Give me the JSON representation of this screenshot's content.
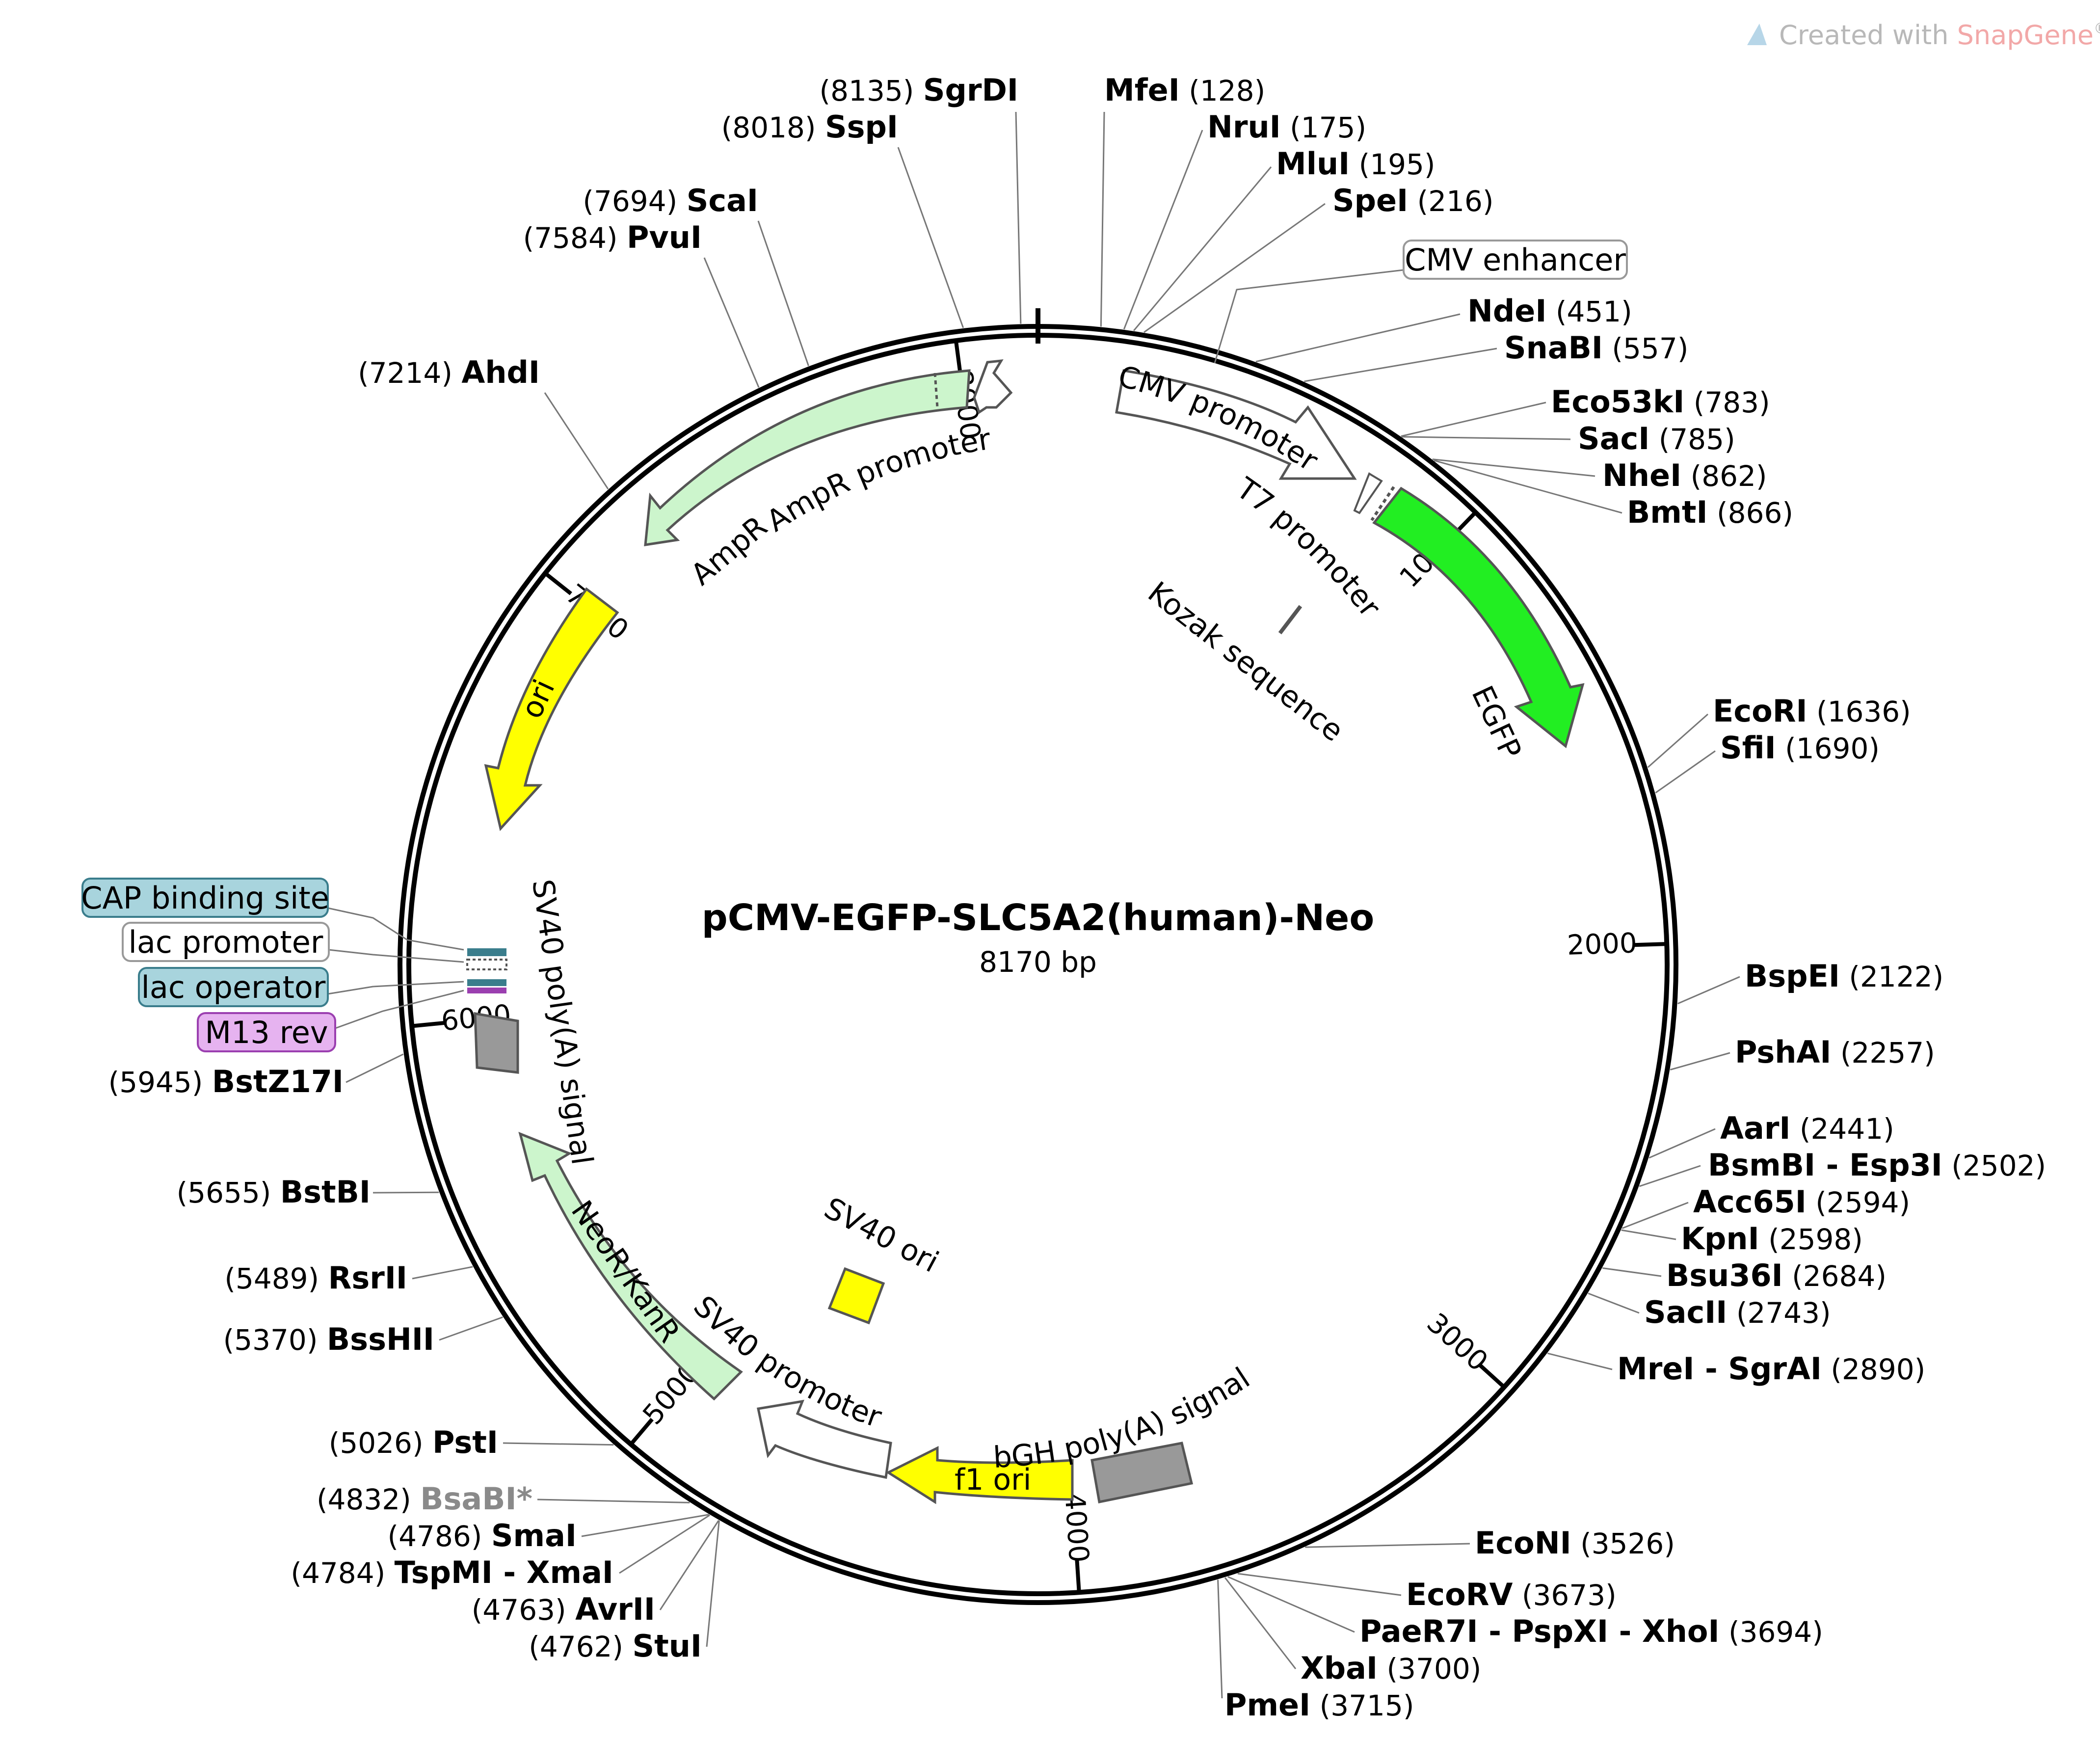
{
  "title": "pCMV-EGFP-SLC5A2(human)-Neo",
  "length_label": "8170 bp",
  "watermark": {
    "prefix": "Created with ",
    "brand": "SnapGene",
    "suffix": "®",
    "brand_color": "#f2a8a8"
  },
  "ticks": [
    {
      "label": "1000",
      "bp": 1000
    },
    {
      "label": "2000",
      "bp": 2000
    },
    {
      "label": "3000",
      "bp": 3000
    },
    {
      "label": "4000",
      "bp": 4000
    },
    {
      "label": "5000",
      "bp": 5000
    },
    {
      "label": "6000",
      "bp": 6000
    },
    {
      "label": "7000",
      "bp": 7000
    },
    {
      "label": "8000",
      "bp": 8000
    }
  ],
  "enzymes": [
    {
      "name": "SgrDI",
      "pos": "(8135)"
    },
    {
      "name": "SspI",
      "pos": "(8018)"
    },
    {
      "name": "MfeI",
      "pos": "(128)"
    },
    {
      "name": "NruI",
      "pos": "(175)"
    },
    {
      "name": "MluI",
      "pos": "(195)"
    },
    {
      "name": "SpeI",
      "pos": "(216)"
    },
    {
      "name": "ScaI",
      "pos": "(7694)"
    },
    {
      "name": "PvuI",
      "pos": "(7584)"
    },
    {
      "name": "NdeI",
      "pos": "(451)"
    },
    {
      "name": "SnaBI",
      "pos": "(557)"
    },
    {
      "name": "AhdI",
      "pos": "(7214)"
    },
    {
      "name": "Eco53kI",
      "pos": "(783)"
    },
    {
      "name": "SacI",
      "pos": "(785)"
    },
    {
      "name": "NheI",
      "pos": "(862)"
    },
    {
      "name": "BmtI",
      "pos": "(866)"
    },
    {
      "name": "EcoRI",
      "pos": "(1636)"
    },
    {
      "name": "SfiI",
      "pos": "(1690)"
    },
    {
      "name": "BspEI",
      "pos": "(2122)"
    },
    {
      "name": "PshAI",
      "pos": "(2257)"
    },
    {
      "name": "BstZ17I",
      "pos": "(5945)"
    },
    {
      "name": "AarI",
      "pos": "(2441)"
    },
    {
      "name": "BsmBI - Esp3I",
      "pos": "(2502)"
    },
    {
      "name": "Acc65I",
      "pos": "(2594)"
    },
    {
      "name": "BstBI",
      "pos": "(5655)"
    },
    {
      "name": "KpnI",
      "pos": "(2598)"
    },
    {
      "name": "Bsu36I",
      "pos": "(2684)"
    },
    {
      "name": "RsrII",
      "pos": "(5489)"
    },
    {
      "name": "SacII",
      "pos": "(2743)"
    },
    {
      "name": "BssHII",
      "pos": "(5370)"
    },
    {
      "name": "MreI - SgrAI",
      "pos": "(2890)"
    },
    {
      "name": "PstI",
      "pos": "(5026)"
    },
    {
      "name": "BsaBI*",
      "pos": "(4832)",
      "grey": true
    },
    {
      "name": "SmaI",
      "pos": "(4786)"
    },
    {
      "name": "EcoNI",
      "pos": "(3526)"
    },
    {
      "name": "TspMI - XmaI",
      "pos": "(4784)"
    },
    {
      "name": "AvrII",
      "pos": "(4763)"
    },
    {
      "name": "EcoRV",
      "pos": "(3673)"
    },
    {
      "name": "StuI",
      "pos": "(4762)"
    },
    {
      "name": "PaeR7I - PspXI - XhoI",
      "pos": "(3694)"
    },
    {
      "name": "XbaI",
      "pos": "(3700)"
    },
    {
      "name": "PmeI",
      "pos": "(3715)"
    }
  ],
  "features": [
    {
      "name": "AmpR promoter",
      "color": "#ffffff"
    },
    {
      "name": "AmpR",
      "color": "#ccf5cc"
    },
    {
      "name": "ori",
      "color": "#ffff00"
    },
    {
      "name": "CMV promoter",
      "color": "#ffffff"
    },
    {
      "name": "T7 promoter",
      "color": "#ffffff"
    },
    {
      "name": "Kozak sequence",
      "color": "#ffffff"
    },
    {
      "name": "EGFP",
      "color": "#22ee22"
    },
    {
      "name": "SV40 poly(A) signal",
      "color": "#999999"
    },
    {
      "name": "NeoR/KanR",
      "color": "#ccf5cc"
    },
    {
      "name": "SV40 ori",
      "color": "#ffff00"
    },
    {
      "name": "SV40 promoter",
      "color": "#ffffff"
    },
    {
      "name": "bGH poly(A) signal",
      "color": "#999999"
    },
    {
      "name": "f1 ori",
      "color": "#ffff00"
    }
  ],
  "boxed_features": [
    {
      "name": "CMV enhancer",
      "fill": "#ffffff",
      "stroke": "#999999"
    },
    {
      "name": "CAP binding site",
      "fill": "#a8d4dd",
      "stroke": "#3a7d8c"
    },
    {
      "name": "lac promoter",
      "fill": "#ffffff",
      "stroke": "#999999"
    },
    {
      "name": "lac operator",
      "fill": "#a8d4dd",
      "stroke": "#3a7d8c"
    },
    {
      "name": "M13 rev",
      "fill": "#e6b3f0",
      "stroke": "#9b3fb0"
    }
  ]
}
